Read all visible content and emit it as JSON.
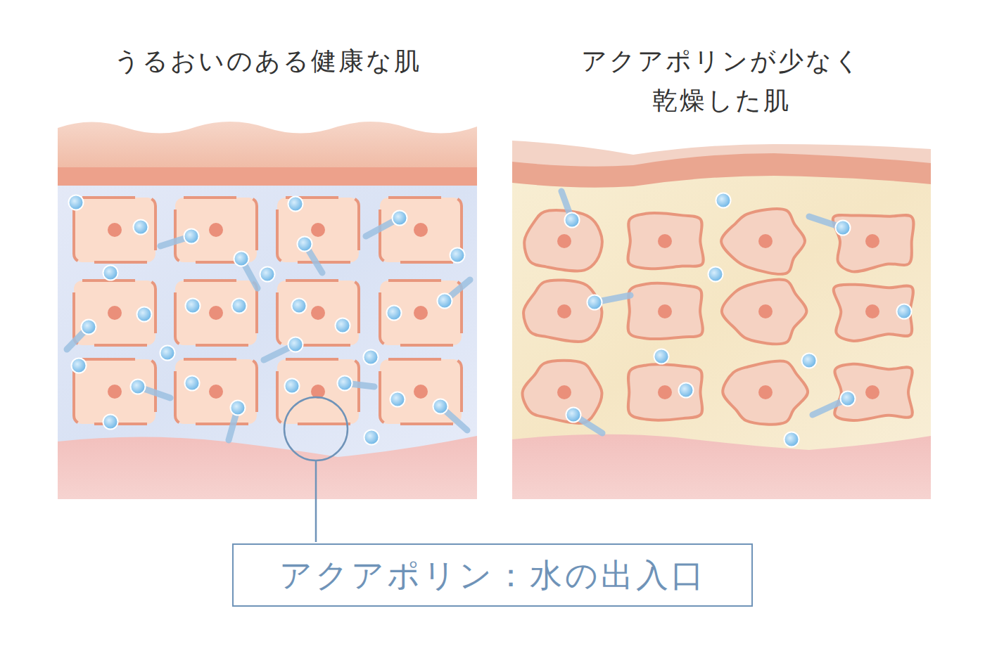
{
  "diagram": {
    "nodes": [
      {
        "text": [
          "うるおいのある健康な肌"
        ]
      },
      {
        "text": [
          "アクアポリンが少なく 乾燥した肌"
        ]
      },
      {
        "text": [
          "アクアポリン：水の出入口"
        ]
      }
    ]
  }
}
